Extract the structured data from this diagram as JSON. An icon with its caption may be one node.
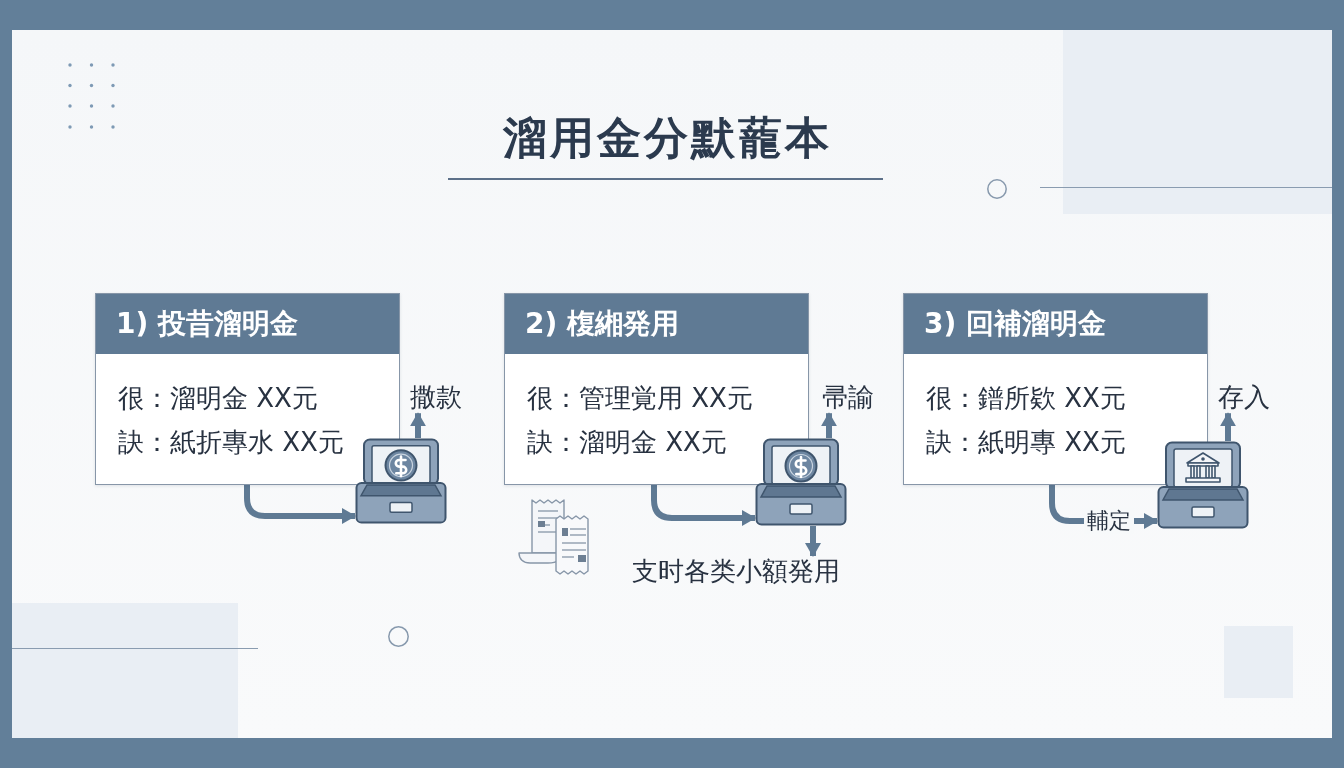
{
  "diagram": {
    "title": "溜用金分默蘢本",
    "nodes": [
      {
        "text": [
          "1) 投昔溜明金",
          "很：溜明金 XX元",
          "訣：紙折專水 XX元"
        ]
      },
      {
        "text": [],
        "shape": "picture"
      },
      {
        "text": [
          "撒款"
        ]
      },
      {
        "text": [
          "2) 椱緗発用",
          "很：管理覚用 XX元",
          "訣：溜明金 XX元"
        ]
      },
      {
        "text": [],
        "shape": "picture"
      },
      {
        "text": [
          "帚諭"
        ]
      },
      {
        "text": [
          "支时各类小額発用"
        ]
      },
      {
        "text": [
          "3) 回補溜明金",
          "很：鐠所欵 XX元",
          "訣：紙明專 XX元"
        ]
      },
      {
        "text": [],
        "shape": "picture"
      },
      {
        "text": [
          "存入"
        ]
      }
    ],
    "edges": [
      {
        "from": 0,
        "to": 1,
        "arrow": "to"
      },
      {
        "from": 1,
        "to": 2,
        "arrow": "to"
      },
      {
        "from": 3,
        "to": 4,
        "arrow": "to"
      },
      {
        "from": 4,
        "to": 5,
        "arrow": "to"
      },
      {
        "from": 4,
        "to": 6,
        "arrow": "to"
      },
      {
        "from": 7,
        "to": 8,
        "arrow": "to",
        "label": "輔定"
      },
      {
        "from": 8,
        "to": 9,
        "arrow": "to"
      }
    ]
  }
}
